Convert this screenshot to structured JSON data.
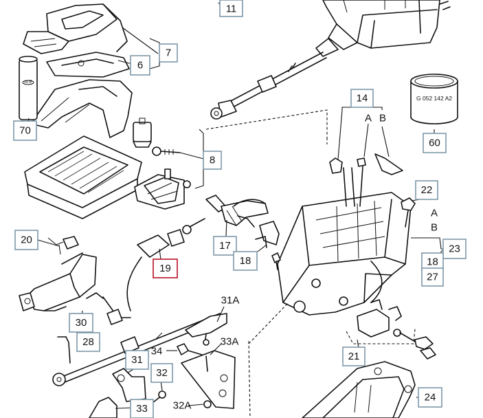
{
  "callouts": {
    "c11": "11",
    "c7": "7",
    "c6": "6",
    "c70": "70",
    "c8": "8",
    "c14": "14",
    "c60": "60",
    "c22": "22",
    "c23": "23",
    "c18b": "18",
    "c27": "27",
    "c20": "20",
    "c17": "17",
    "c18": "18",
    "c19": "19",
    "c30": "30",
    "c28": "28",
    "c31a": "31A",
    "c33a": "33A",
    "c31": "31",
    "c32": "32",
    "c33": "33",
    "c21": "21",
    "c24": "24"
  },
  "plain_labels": {
    "a_top": "A",
    "b_top": "B",
    "a_right": "A",
    "b_right": "B",
    "l34": "34",
    "l32a": "32A"
  },
  "grease_tube_text": "G 052 142 A2",
  "highlight_color": "#c0283c",
  "callout_border_color": "#7d97a8"
}
